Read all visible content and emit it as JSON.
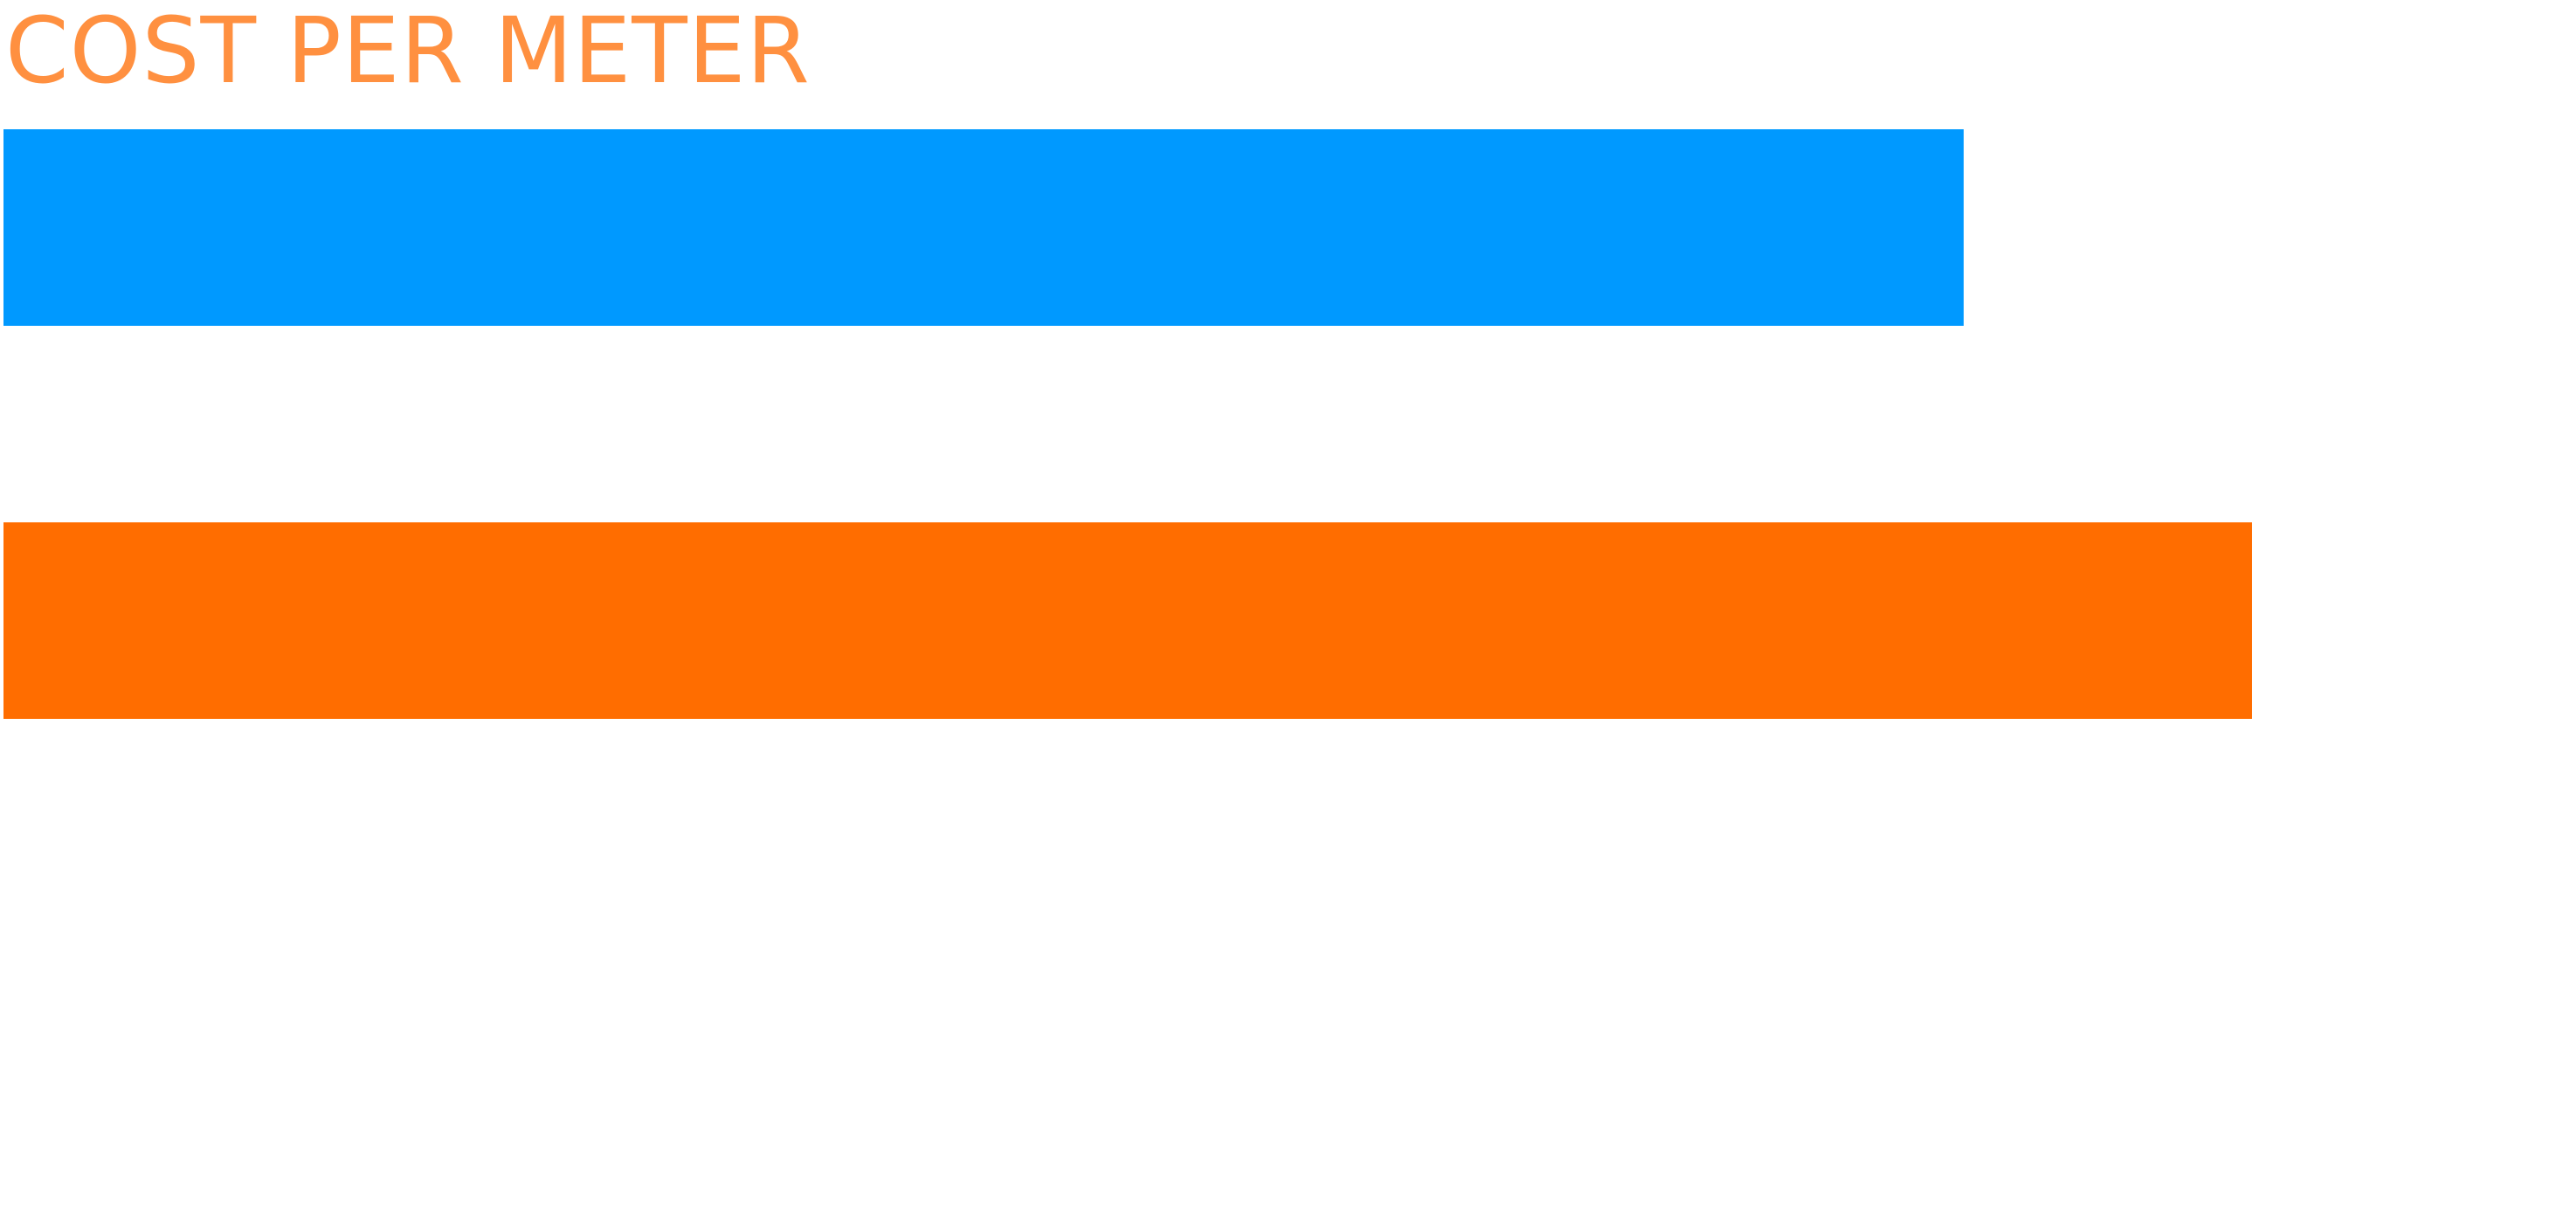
{
  "chart_data": {
    "type": "bar",
    "orientation": "horizontal",
    "title": "COST PER METER",
    "categories": [
      "",
      ""
    ],
    "values": [
      68,
      78
    ],
    "xlim": [
      0,
      100
    ],
    "xlabel": "",
    "ylabel": "",
    "grid": false,
    "legend": "none",
    "colors": [
      "#0099ff",
      "#ff6d00"
    ]
  },
  "colors": {
    "title": "#ff9040",
    "background": "#ffffff"
  }
}
